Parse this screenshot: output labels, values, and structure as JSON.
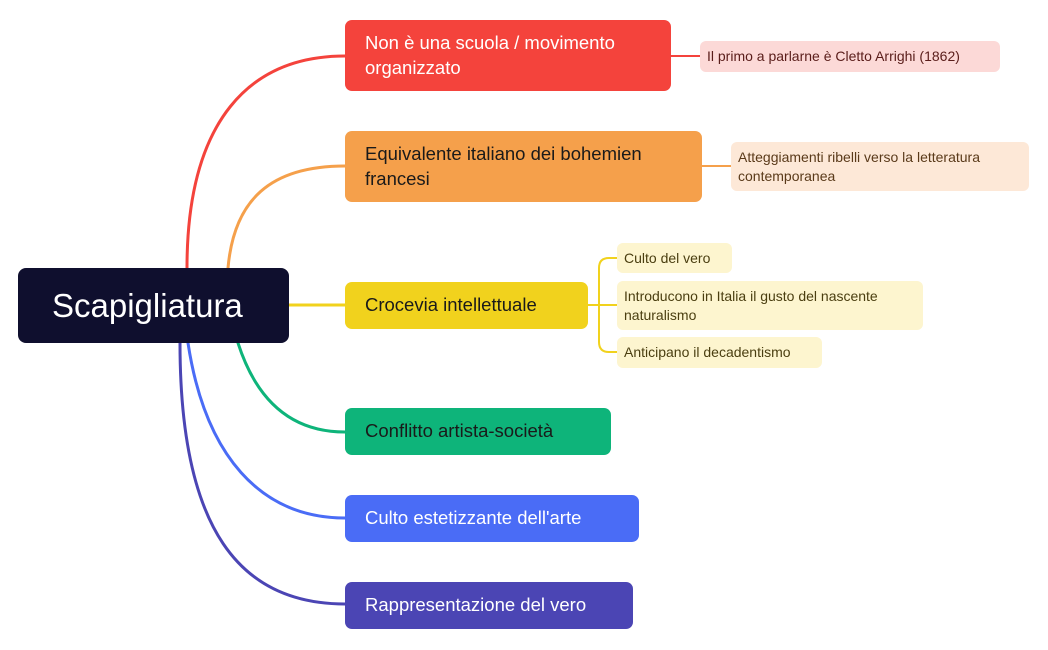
{
  "root": {
    "label": "Scapigliatura"
  },
  "branches": [
    {
      "label": "Non è una scuola / movimento organizzato",
      "color": "#f4433c",
      "children": [
        "Il primo a parlarne è Cletto Arrighi (1862)"
      ]
    },
    {
      "label": "Equivalente italiano dei bohemien francesi",
      "color": "#f5a04b",
      "children": [
        "Atteggiamenti ribelli verso la letteratura contemporanea"
      ]
    },
    {
      "label": "Crocevia intellettuale",
      "color": "#f1d21d",
      "children": [
        "Culto del vero",
        "Introducono in Italia il gusto del nascente naturalismo",
        "Anticipano il decadentismo"
      ]
    },
    {
      "label": "Conflitto artista-società",
      "color": "#0eb47a",
      "children": []
    },
    {
      "label": "Culto estetizzante dell'arte",
      "color": "#4a6cf6",
      "children": []
    },
    {
      "label": "Rappresentazione del vero",
      "color": "#4b45b4",
      "children": []
    }
  ]
}
